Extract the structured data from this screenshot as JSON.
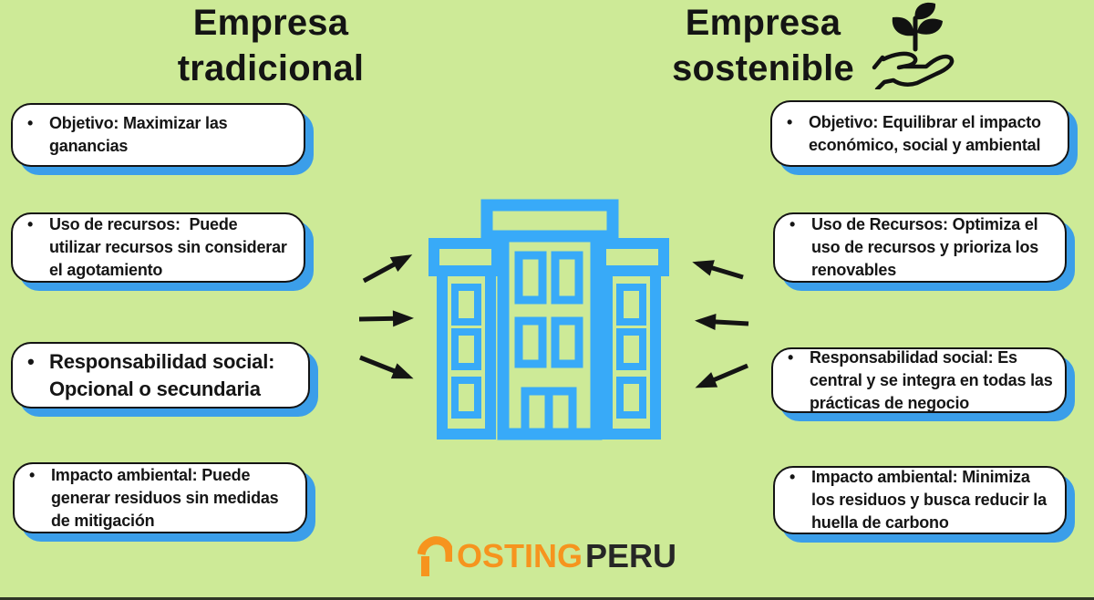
{
  "ui": {
    "bullet": "•"
  },
  "colors": {
    "background": "#cdea97",
    "card_shadow_blue": "#3b9ee9",
    "building_blue": "#38aaf8",
    "arrow_black": "#141414",
    "logo_orange": "#f6941e",
    "logo_dark": "#262626"
  },
  "left_column": {
    "title_line1": "Empresa",
    "title_line2": "tradicional",
    "items": [
      {
        "text": "Objetivo: Maximizar las ganancias"
      },
      {
        "text": "Uso de recursos:  Puede utilizar recursos sin considerar el agotamiento"
      },
      {
        "text": "Responsabilidad social: Opcional o secundaria"
      },
      {
        "text": "Impacto ambiental: Puede generar residuos sin medidas de mitigación"
      }
    ]
  },
  "right_column": {
    "title_line1": "Empresa",
    "title_line2": "sostenible",
    "items": [
      {
        "text": "Objetivo: Equilibrar el impacto económico, social y ambiental"
      },
      {
        "text": "Uso de Recursos: Optimiza el uso de recursos y prioriza los renovables"
      },
      {
        "text": "Responsabilidad social: Es central y se integra en todas las prácticas de negocio"
      },
      {
        "text": "Impacto ambiental: Minimiza los residuos y busca reducir la huella de carbono"
      }
    ]
  },
  "footer": {
    "logo_orange_text": "OSTING",
    "logo_dark_text": "PERU"
  }
}
